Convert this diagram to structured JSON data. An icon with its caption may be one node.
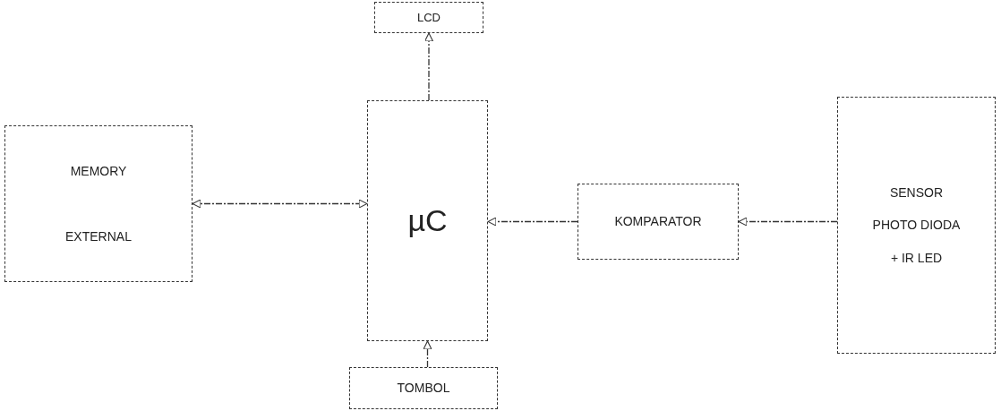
{
  "diagram": {
    "nodes": [
      {
        "text": [
          "LCD"
        ]
      },
      {
        "text": [
          "MEMORY EXTERNAL"
        ]
      },
      {
        "text": [
          "µC"
        ]
      },
      {
        "text": [
          "KOMPARATOR"
        ]
      },
      {
        "text": [
          "SENSOR PHOTO DIODA + IR LED"
        ]
      },
      {
        "text": [
          "TOMBOL"
        ]
      }
    ],
    "edges": [
      {
        "from": 2,
        "to": 0,
        "arrow": "to"
      },
      {
        "from": 1,
        "to": 2,
        "arrow": "both"
      },
      {
        "from": 3,
        "to": 2,
        "arrow": "to"
      },
      {
        "from": 4,
        "to": 3,
        "arrow": "to"
      },
      {
        "from": 5,
        "to": 2,
        "arrow": "to"
      }
    ]
  }
}
